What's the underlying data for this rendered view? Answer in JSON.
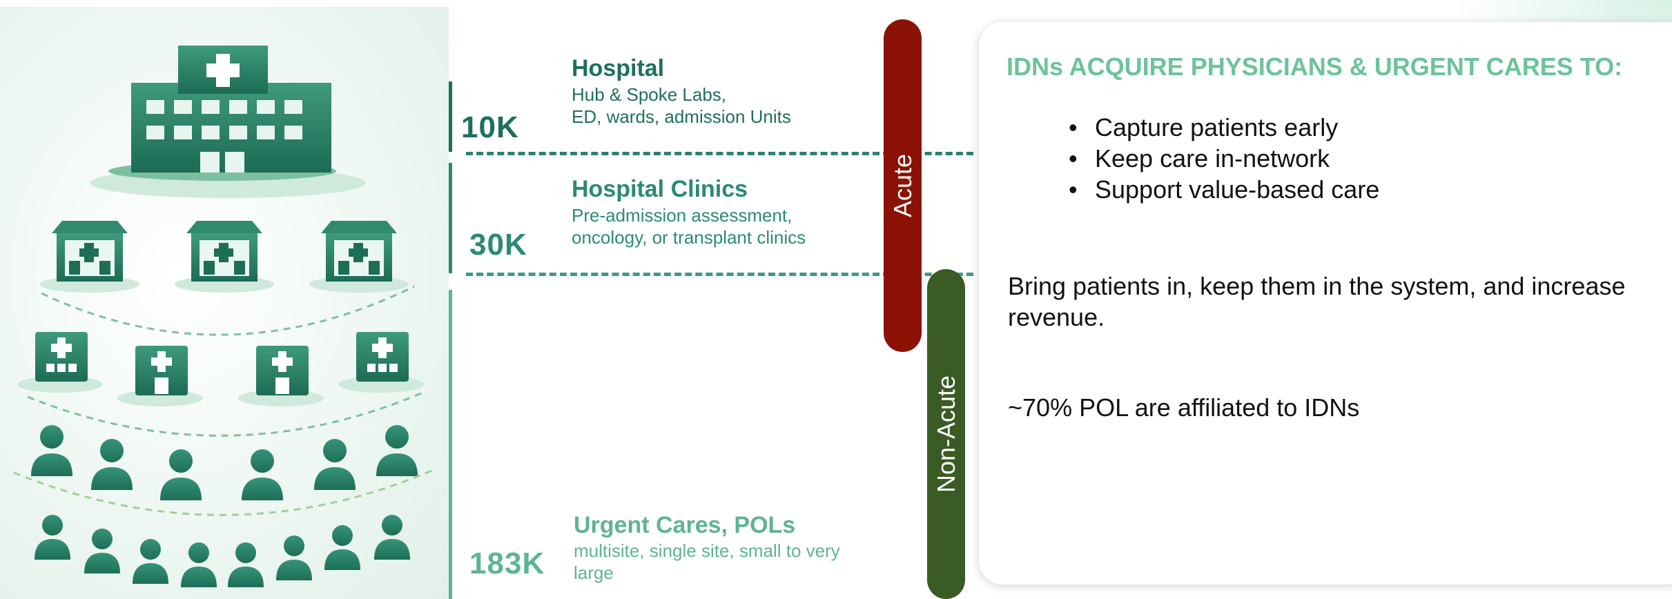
{
  "tiers": [
    {
      "value": "10K",
      "title": "Hospital",
      "desc_lines": [
        "Hub & Spoke Labs,",
        "ED, wards, admission Units"
      ]
    },
    {
      "value": "30K",
      "title": "Hospital Clinics",
      "desc_lines": [
        "Pre-admission assessment,",
        "oncology, or transplant clinics"
      ]
    },
    {
      "value": "183K",
      "title": "Urgent Cares, POLs",
      "desc_lines": [
        "multisite, single site, small to very",
        "large"
      ]
    }
  ],
  "pills": {
    "acute": "Acute",
    "non_acute": "Non-Acute"
  },
  "card": {
    "title": "IDNs ACQUIRE PHYSICIANS & URGENT CARES TO:",
    "bullets": [
      "Capture patients early",
      "Keep care in-network",
      "Support value-based care"
    ],
    "para1": "Bring patients in, keep them in the system, and increase revenue.",
    "para2": "~70% POL are affiliated to IDNs"
  },
  "colors": {
    "tier_dark": "#1e6f5f",
    "tier_light": "#5fb491",
    "acute_pill": "#8b1205",
    "non_acute_pill": "#3a5b24",
    "card_title": "#6cc39a"
  },
  "icons": {
    "hospital": "hospital-building-icon",
    "clinics": "clinic-building-icon",
    "people": "person-icon"
  }
}
